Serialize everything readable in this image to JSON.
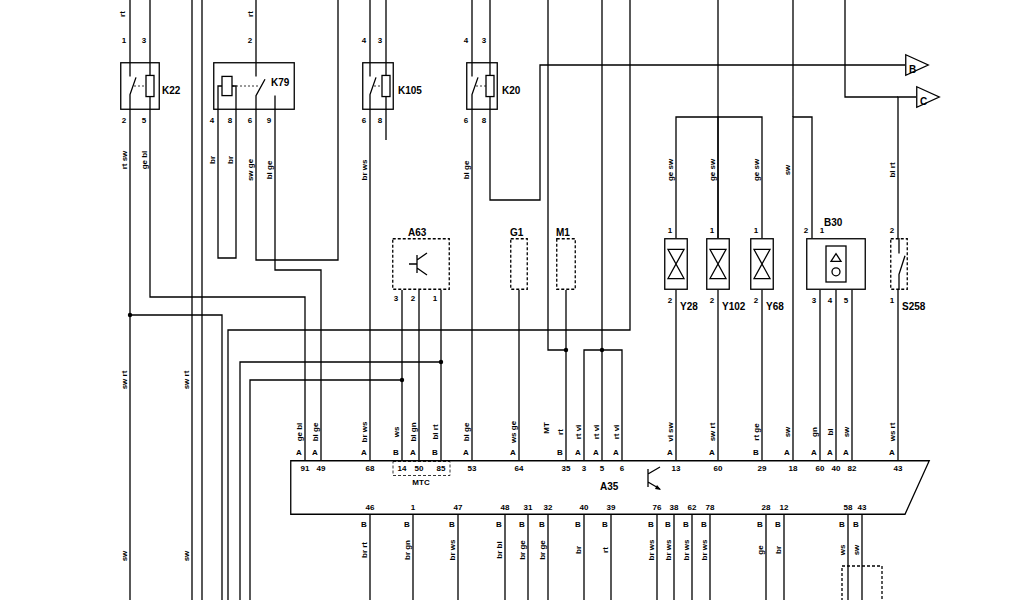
{
  "diagram": {
    "nodes": [
      {
        "text": [
          "K22"
        ]
      },
      {
        "text": [
          "K79"
        ]
      },
      {
        "text": [
          "K105"
        ]
      },
      {
        "text": [
          "K20"
        ]
      },
      {
        "text": [
          "B"
        ]
      },
      {
        "text": [
          "C"
        ]
      },
      {
        "text": [
          "A63"
        ]
      },
      {
        "text": [
          "G1"
        ]
      },
      {
        "text": [
          "M1"
        ]
      },
      {
        "text": [
          "Y28"
        ]
      },
      {
        "text": [
          "Y102"
        ]
      },
      {
        "text": [
          "Y68"
        ]
      },
      {
        "text": [
          "B30"
        ]
      },
      {
        "text": [
          "S258"
        ]
      },
      {
        "text": [
          "A35"
        ]
      }
    ],
    "edges": [
      {
        "from": 0,
        "to": 14,
        "arrow": "none"
      },
      {
        "from": 1,
        "to": 14,
        "arrow": "none"
      },
      {
        "from": 2,
        "to": 14,
        "arrow": "none"
      },
      {
        "from": 3,
        "to": 14,
        "arrow": "none"
      },
      {
        "from": 6,
        "to": 14,
        "arrow": "none"
      },
      {
        "from": 6,
        "to": 14,
        "arrow": "none"
      },
      {
        "from": 6,
        "to": 14,
        "arrow": "none"
      },
      {
        "from": 7,
        "to": 14,
        "arrow": "none"
      },
      {
        "from": 8,
        "to": 14,
        "arrow": "none"
      },
      {
        "from": 9,
        "to": 14,
        "arrow": "none"
      },
      {
        "from": 10,
        "to": 14,
        "arrow": "none"
      },
      {
        "from": 11,
        "to": 14,
        "arrow": "none"
      },
      {
        "from": 12,
        "to": 14,
        "arrow": "none"
      },
      {
        "from": 12,
        "to": 14,
        "arrow": "none"
      },
      {
        "from": 12,
        "to": 14,
        "arrow": "none"
      },
      {
        "from": 12,
        "to": 14,
        "arrow": "none"
      },
      {
        "from": 13,
        "to": 14,
        "arrow": "none"
      },
      {
        "from": 13,
        "to": 5,
        "arrow": "none"
      },
      {
        "from": 3,
        "to": 4,
        "arrow": "none"
      },
      {
        "from": 10,
        "to": 9,
        "arrow": "none"
      },
      {
        "from": 10,
        "to": 11,
        "arrow": "none"
      }
    ],
    "labels": [
      "rt",
      "1",
      "3",
      "2",
      "5",
      "rt sw",
      "ge bl",
      "rt",
      "2",
      "4",
      "8",
      "6",
      "9",
      "br",
      "br",
      "sw ge",
      "bl ge",
      "4",
      "3",
      "6",
      "8",
      "br ws",
      "4",
      "3",
      "6",
      "8",
      "bl ge",
      "ge sw",
      "ge sw",
      "ge sw",
      "sw",
      "bl rt",
      "1",
      "2",
      "1",
      "2",
      "1",
      "2",
      "2",
      "1",
      "3",
      "4",
      "5",
      "2",
      "1",
      "3",
      "2",
      "1",
      "sw rt",
      "sw rt",
      "sw",
      "sw",
      "MT",
      "ge bl",
      "A",
      "91",
      "bl ge",
      "A",
      "49",
      "br ws",
      "A",
      "68",
      "ws",
      "B",
      "14",
      "bl gn",
      "A",
      "50",
      "bl rt",
      "B",
      "85",
      "bl ge",
      "A",
      "53",
      "ws ge",
      "A",
      "64",
      "rt",
      "B",
      "35",
      "rt vi",
      "A",
      "3",
      "rt vi",
      "A",
      "5",
      "rt vi",
      "A",
      "6",
      "vi sw",
      "A",
      "13",
      "sw rt",
      "A",
      "60",
      "rt ge",
      "B",
      "29",
      "sw",
      "A",
      "18",
      "gn",
      "A",
      "60",
      "bl",
      "A",
      "40",
      "sw",
      "A",
      "82",
      "ws rt",
      "A",
      "43",
      "MTC",
      "46",
      "B",
      "br rt",
      "1",
      "B",
      "br gn",
      "47",
      "B",
      "br ws",
      "48",
      "B",
      "br bl",
      "31",
      "B",
      "br ge",
      "32",
      "B",
      "br ge",
      "40",
      "B",
      "br",
      "39",
      "B",
      "rt",
      "76",
      "B",
      "br ws",
      "38",
      "B",
      "br ws",
      "62",
      "B",
      "br ws",
      "78",
      "B",
      "br ws",
      "28",
      "B",
      "ge",
      "12",
      "B",
      "br",
      "58",
      "B",
      "ws",
      "43",
      "B",
      "sw"
    ]
  }
}
